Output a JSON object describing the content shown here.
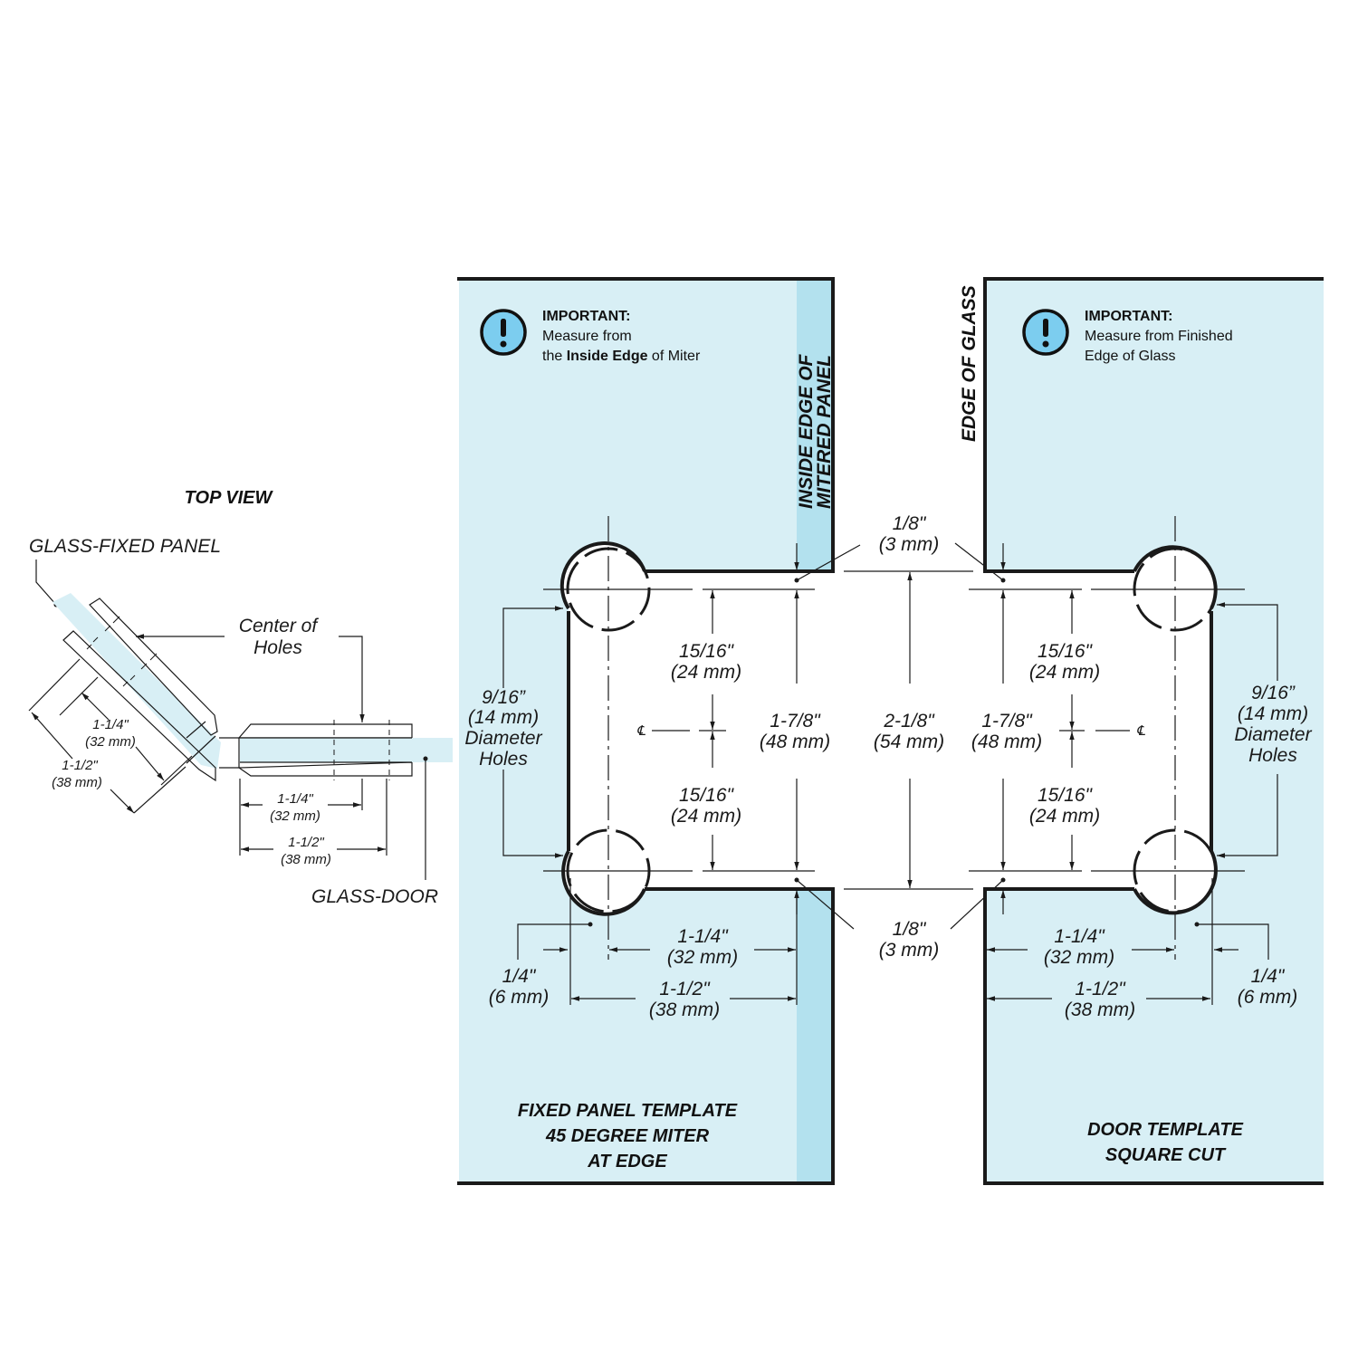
{
  "colors": {
    "glass": "#d8eff5",
    "miter_strip": "#b3e1ee",
    "icon_fill": "#7ccdef",
    "ink": "#1a1a1a"
  },
  "top_view": {
    "title": "TOP VIEW",
    "fixed_panel_label": "GLASS-FIXED PANEL",
    "center_of_holes_line1": "Center of",
    "center_of_holes_line2": "Holes",
    "door_label": "GLASS-DOOR",
    "angled_dim_inner": {
      "in": "1-1/4\"",
      "mm": "(32 mm)"
    },
    "angled_dim_outer": {
      "in": "1-1/2\"",
      "mm": "(38 mm)"
    },
    "straight_dim_inner": {
      "in": "1-1/4\"",
      "mm": "(32 mm)"
    },
    "straight_dim_outer": {
      "in": "1-1/2\"",
      "mm": "(38 mm)"
    }
  },
  "fixed_panel": {
    "note_title": "IMPORTANT:",
    "note_line1": "Measure from",
    "note_line2_pre": "the ",
    "note_line2_bold": "Inside Edge",
    "note_line2_post": " of Miter",
    "edge_label_line1": "INSIDE EDGE OF",
    "edge_label_line2": "MITERED PANEL",
    "hole_diameter": {
      "in": "9/16”",
      "mm": "(14 mm)",
      "line3": "Diameter",
      "line4": "Holes"
    },
    "upper_half": {
      "in": "15/16\"",
      "mm": "(24 mm)"
    },
    "lower_half": {
      "in": "15/16\"",
      "mm": "(24 mm)"
    },
    "cutout_height": {
      "in": "1-7/8\"",
      "mm": "(48 mm)"
    },
    "edge_offset": {
      "in": "1/4\"",
      "mm": "(6 mm)"
    },
    "hole_to_edge": {
      "in": "1-1/4\"",
      "mm": "(32 mm)"
    },
    "cutout_depth": {
      "in": "1-1/2\"",
      "mm": "(38 mm)"
    },
    "centerline_symbol": "℄",
    "title_line1": "FIXED PANEL TEMPLATE",
    "title_line2": "45 DEGREE MITER",
    "title_line3": "AT EDGE"
  },
  "center": {
    "gap_top": {
      "in": "1/8\"",
      "mm": "(3 mm)"
    },
    "gap_bottom": {
      "in": "1/8\"",
      "mm": "(3 mm)"
    },
    "overall_height": {
      "in": "2-1/8\"",
      "mm": "(54 mm)"
    }
  },
  "door_panel": {
    "note_title": "IMPORTANT:",
    "note_line1": "Measure from Finished",
    "note_line2": "Edge of Glass",
    "edge_label": "EDGE OF GLASS",
    "hole_diameter": {
      "in": "9/16”",
      "mm": "(14 mm)",
      "line3": "Diameter",
      "line4": "Holes"
    },
    "upper_half": {
      "in": "15/16\"",
      "mm": "(24 mm)"
    },
    "lower_half": {
      "in": "15/16\"",
      "mm": "(24 mm)"
    },
    "cutout_height": {
      "in": "1-7/8\"",
      "mm": "(48 mm)"
    },
    "edge_offset": {
      "in": "1/4\"",
      "mm": "(6 mm)"
    },
    "hole_to_edge": {
      "in": "1-1/4\"",
      "mm": "(32 mm)"
    },
    "cutout_depth": {
      "in": "1-1/2\"",
      "mm": "(38 mm)"
    },
    "centerline_symbol": "℄",
    "title_line1": "DOOR TEMPLATE",
    "title_line2": "SQUARE CUT"
  }
}
